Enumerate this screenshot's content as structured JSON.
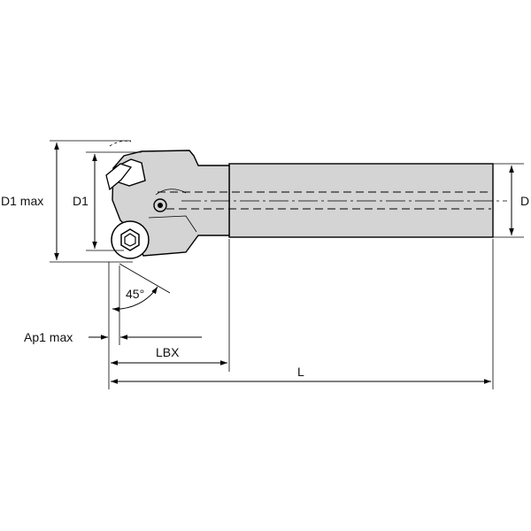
{
  "labels": {
    "d1_max": "D1 max",
    "d1": "D1",
    "d": "D",
    "angle": "45°",
    "ap1_max": "Ap1 max",
    "lbx": "LBX",
    "l": "L"
  },
  "colors": {
    "tool_fill": "#d4d4d4",
    "line": "#000000",
    "background": "#ffffff"
  }
}
